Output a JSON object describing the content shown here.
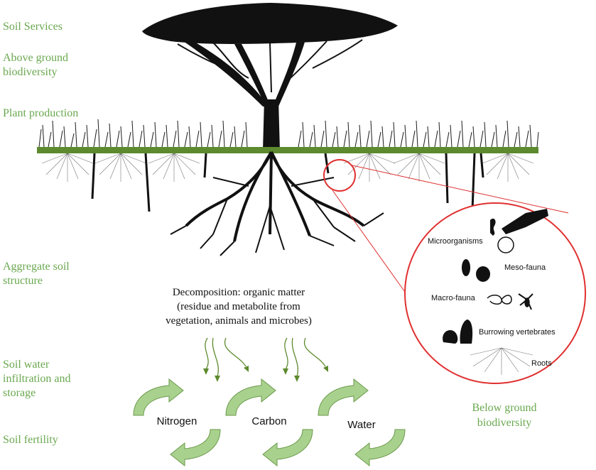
{
  "soil_services": [
    "Soil Services",
    "Above ground biodiversity",
    "Plant production",
    "Aggregate soil structure",
    "Soil water infiltration and storage",
    "Soil fertility"
  ],
  "decomposition_text": "Decomposition: organic matter (residue and metabolite from vegetation, animals and microbes)",
  "cycles": [
    "Nitrogen",
    "Carbon",
    "Water"
  ],
  "organisms": [
    "Microorganisms",
    "Meso-fauna",
    "Macro-fauna",
    "Burrowing vertebrates",
    "Roots"
  ],
  "below_ground_label": "Below ground biodiversity",
  "colors": {
    "text_green": "#6aa84f",
    "ground_bar": "#5d8a2e",
    "circle_red": "#e03030",
    "arrow_green": "#a9d18e"
  }
}
